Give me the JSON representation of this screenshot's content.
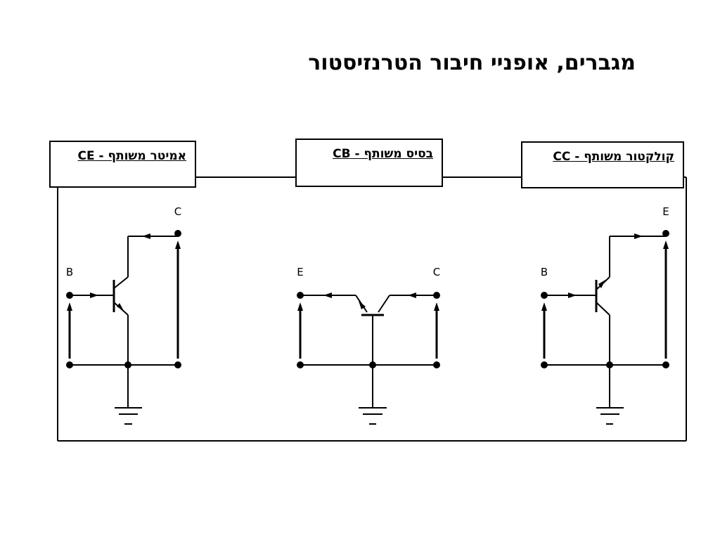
{
  "title": "מגברים, אופניי חיבור הטרנזיסטור",
  "configs": {
    "ce": {
      "label": "אמיטר משותף - CE",
      "terminals": {
        "collector": "C",
        "base": "B"
      }
    },
    "cb": {
      "label": "בסיס משותף - CB",
      "terminals": {
        "emitter": "E",
        "collector": "C"
      }
    },
    "cc": {
      "label": "קולקטור משותף - CC",
      "terminals": {
        "emitter": "E",
        "base": "B"
      }
    }
  }
}
